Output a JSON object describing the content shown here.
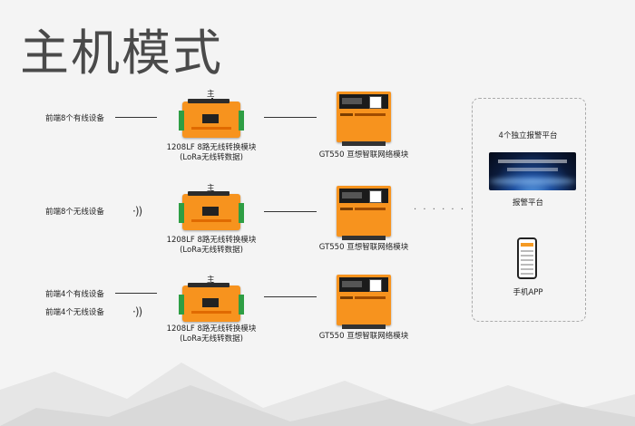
{
  "title": "主机模式",
  "rows": [
    {
      "master_label": "主",
      "inputs": [
        "前端8个有线设备"
      ],
      "module_name": "1208LF 8路无线转换模块",
      "module_sub": "(LoRa无线转数据)",
      "gateway_name": "GT550 亘想智联网络模块"
    },
    {
      "master_label": "主",
      "inputs": [
        "前端8个无线设备"
      ],
      "module_name": "1208LF 8路无线转换模块",
      "module_sub": "(LoRa无线转数据)",
      "gateway_name": "GT550 亘想智联网络模块"
    },
    {
      "master_label": "主",
      "inputs": [
        "前端4个有线设备",
        "前端4个无线设备"
      ],
      "module_name": "1208LF 8路无线转换模块",
      "module_sub": "(LoRa无线转数据)",
      "gateway_name": "GT550 亘想智联网络模块"
    }
  ],
  "platform": {
    "header": "4个独立报警平台",
    "alarm_label": "报警平台",
    "app_label": "手机APP"
  },
  "wave_glyph": "·))",
  "dots_glyph": "· · · · · ·",
  "colors": {
    "module_orange": "#f7931e",
    "terminal_green": "#2e9e44",
    "title_gray": "#4a4a4a"
  },
  "icons": [
    "wireless-signal-icon",
    "earth-globe-icon",
    "smartphone-icon"
  ]
}
